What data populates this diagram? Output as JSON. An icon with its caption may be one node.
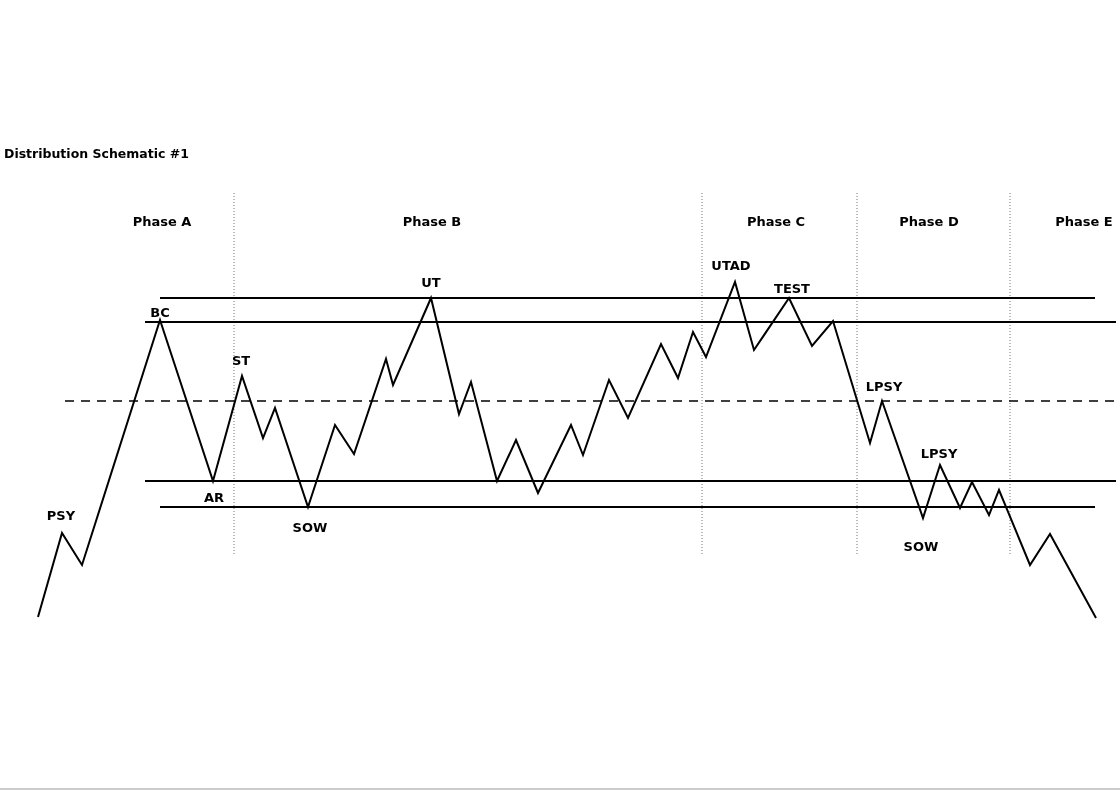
{
  "diagram": {
    "title": "Distribution Schematic #1",
    "labels": [
      "Phase A",
      "Phase B",
      "Phase C",
      "Phase D",
      "Phase E",
      "UTAD",
      "UT",
      "TEST",
      "BC",
      "ST",
      "LPSY",
      "LPSY",
      "PSY",
      "AR",
      "SOW",
      "SOW"
    ]
  }
}
